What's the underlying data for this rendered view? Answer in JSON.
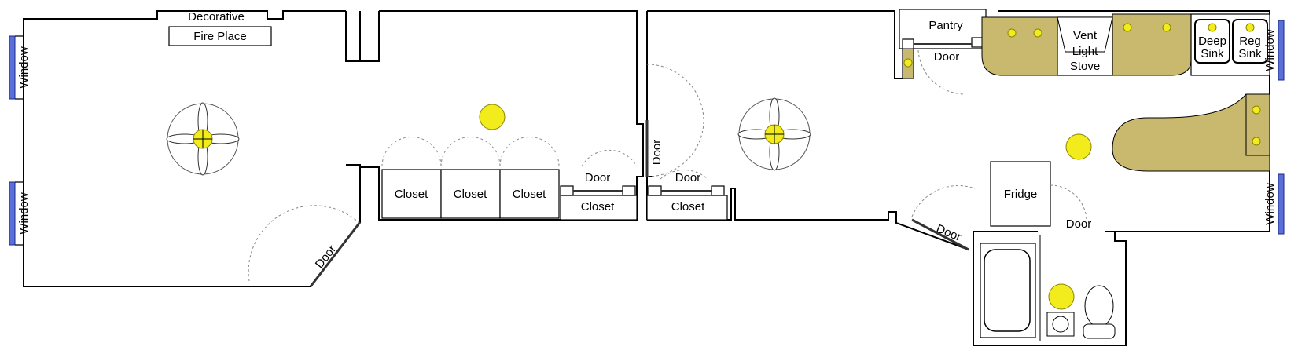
{
  "labels": {
    "decorative": "Decorative",
    "fireplace": "Fire Place",
    "window": "Window",
    "door": "Door",
    "closet": "Closet",
    "pantry": "Pantry",
    "vent": "Vent",
    "light": "Light",
    "stove": "Stove",
    "deep": "Deep",
    "reg": "Reg",
    "sink": "Sink",
    "fridge": "Fridge"
  },
  "colors": {
    "counter": "#c8b96e",
    "light": "#f2ec1c",
    "window": "#5b6fd8"
  }
}
